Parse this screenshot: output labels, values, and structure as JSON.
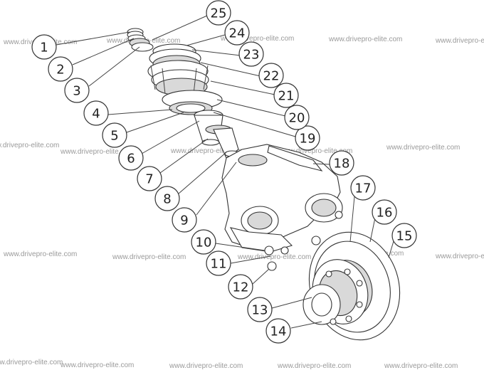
{
  "watermark": "www.drivepro-elite.com",
  "colors": {
    "line": "#333333",
    "watermark": "#9a9a9a",
    "background": "#ffffff"
  },
  "callouts": [
    {
      "label": "1"
    },
    {
      "label": "2"
    },
    {
      "label": "3"
    },
    {
      "label": "4"
    },
    {
      "label": "5"
    },
    {
      "label": "6"
    },
    {
      "label": "7"
    },
    {
      "label": "8"
    },
    {
      "label": "9"
    },
    {
      "label": "10"
    },
    {
      "label": "11"
    },
    {
      "label": "12"
    },
    {
      "label": "13"
    },
    {
      "label": "14"
    },
    {
      "label": "15"
    },
    {
      "label": "16"
    },
    {
      "label": "17"
    },
    {
      "label": "18"
    },
    {
      "label": "19"
    },
    {
      "label": "20"
    },
    {
      "label": "21"
    },
    {
      "label": "22"
    },
    {
      "label": "23"
    },
    {
      "label": "24"
    },
    {
      "label": "25"
    }
  ]
}
